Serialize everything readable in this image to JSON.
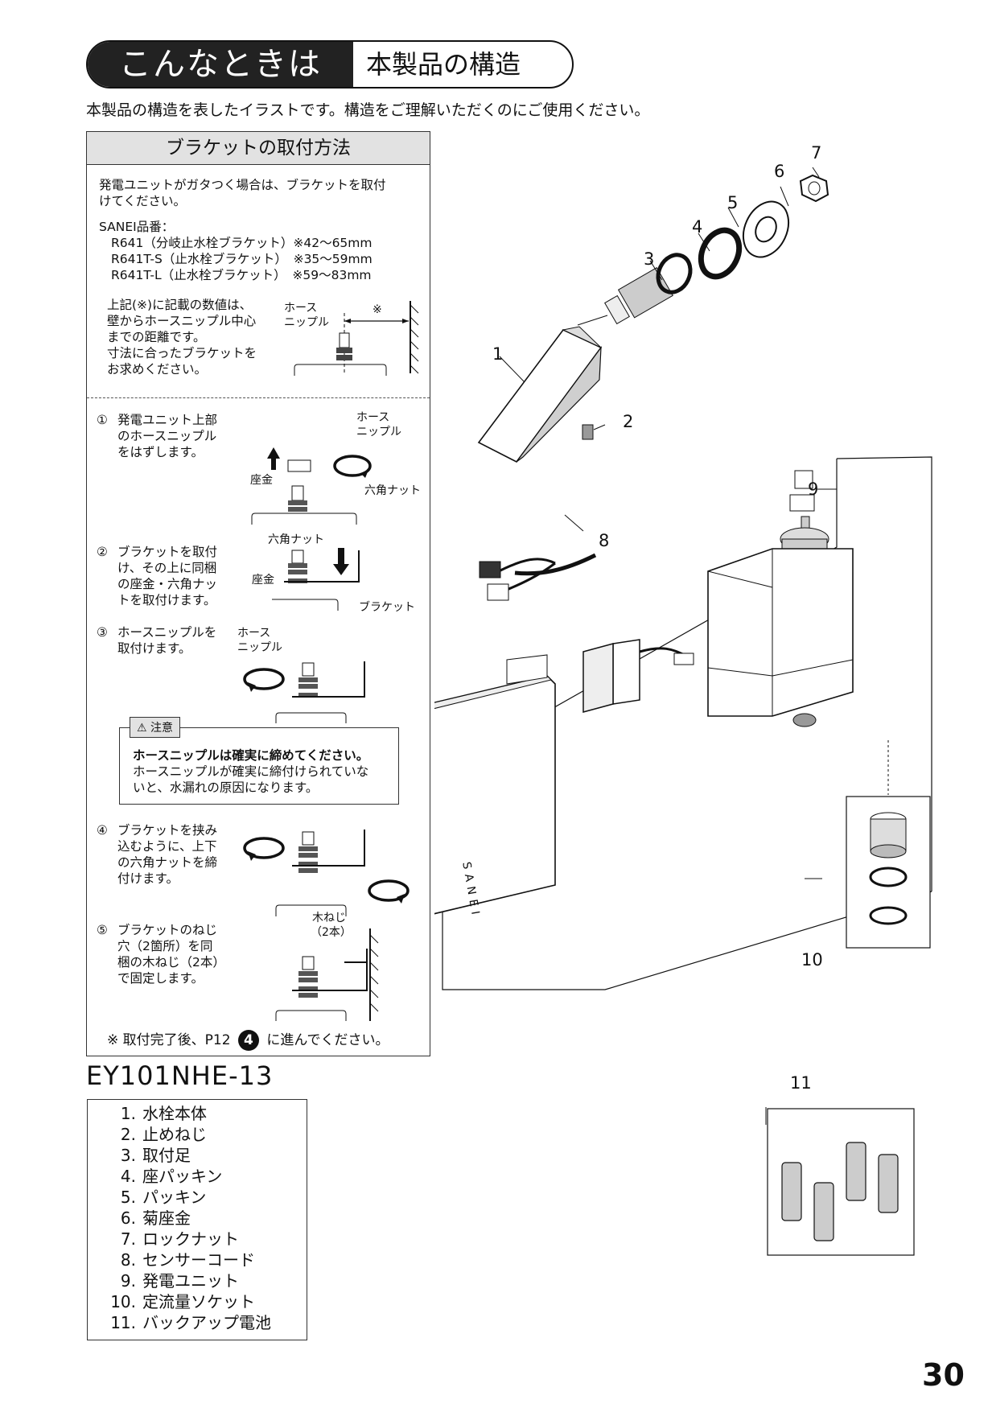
{
  "header": {
    "dark_label": "こんなときは",
    "light_label": "本製品の構造"
  },
  "intro": "本製品の構造を表したイラストです。構造をご理解いただくのにご使用ください。",
  "bracket": {
    "title": "ブラケットの取付方法",
    "desc_lines": [
      "発電ユニットがガタつく場合は、ブラケットを取付",
      "けてください。"
    ],
    "sanei_label": "SANEI品番：",
    "products": [
      "R641（分岐止水栓ブラケット）※42〜65mm",
      "R641T-S（止水栓ブラケット）　※35〜59mm",
      "R641T-L（止水栓ブラケット）　※59〜83mm"
    ],
    "note_lines": [
      "上記(※)に記載の数値は、",
      "壁からホースニップル中心",
      "までの距離です。",
      "寸法に合ったブラケットを",
      "お求めください。"
    ],
    "fig_hose": "ホース\nニップル",
    "fig_mark": "※",
    "steps": [
      {
        "num": "①",
        "lines": [
          "発電ユニット上部",
          "のホースニップル",
          "をはずします。"
        ]
      },
      {
        "num": "②",
        "lines": [
          "ブラケットを取付",
          "け、その上に同梱",
          "の座金・六角ナッ",
          "トを取付けます。"
        ]
      },
      {
        "num": "③",
        "lines": [
          "ホースニップルを",
          "取付けます。"
        ]
      },
      {
        "num": "④",
        "lines": [
          "ブラケットを挟み",
          "込むように、上下",
          "の六角ナットを締",
          "付けます。"
        ]
      },
      {
        "num": "⑤",
        "lines": [
          "ブラケットのねじ",
          "穴（2箇所）を同",
          "梱の木ねじ（2本）",
          "で固定します。"
        ]
      }
    ],
    "labels": {
      "hose1": "ホース",
      "hose2": "ニップル",
      "washer": "座金",
      "hex_nut": "六角ナット",
      "bracket": "ブラケット",
      "wood_screw1": "木ねじ",
      "wood_screw2": "（2本）"
    },
    "caution": {
      "tag": "注意",
      "lines": [
        "ホースニップルは確実に締めてください。",
        "ホースニップルが確実に締付けられていな",
        "いと、水漏れの原因になります。"
      ]
    },
    "footer_pre": "※ 取付完了後、P12",
    "footer_circle": "4",
    "footer_post": "に進んでください。"
  },
  "model": "EY101NHE-13",
  "parts": [
    {
      "num": "1.",
      "name": "水栓本体"
    },
    {
      "num": "2.",
      "name": "止めねじ"
    },
    {
      "num": "3.",
      "name": "取付足"
    },
    {
      "num": "4.",
      "name": "座パッキン"
    },
    {
      "num": "5.",
      "name": "パッキン"
    },
    {
      "num": "6.",
      "name": "菊座金"
    },
    {
      "num": "7.",
      "name": "ロックナット"
    },
    {
      "num": "8.",
      "name": "センサーコード"
    },
    {
      "num": "9.",
      "name": "発電ユニット"
    },
    {
      "num": "10.",
      "name": "定流量ソケット"
    },
    {
      "num": "11.",
      "name": "バックアップ電池"
    }
  ],
  "callouts": [
    "1",
    "2",
    "3",
    "4",
    "5",
    "6",
    "7",
    "8",
    "9",
    "10",
    "11"
  ],
  "brand_on_cover": "SANEI",
  "page_number": "30"
}
